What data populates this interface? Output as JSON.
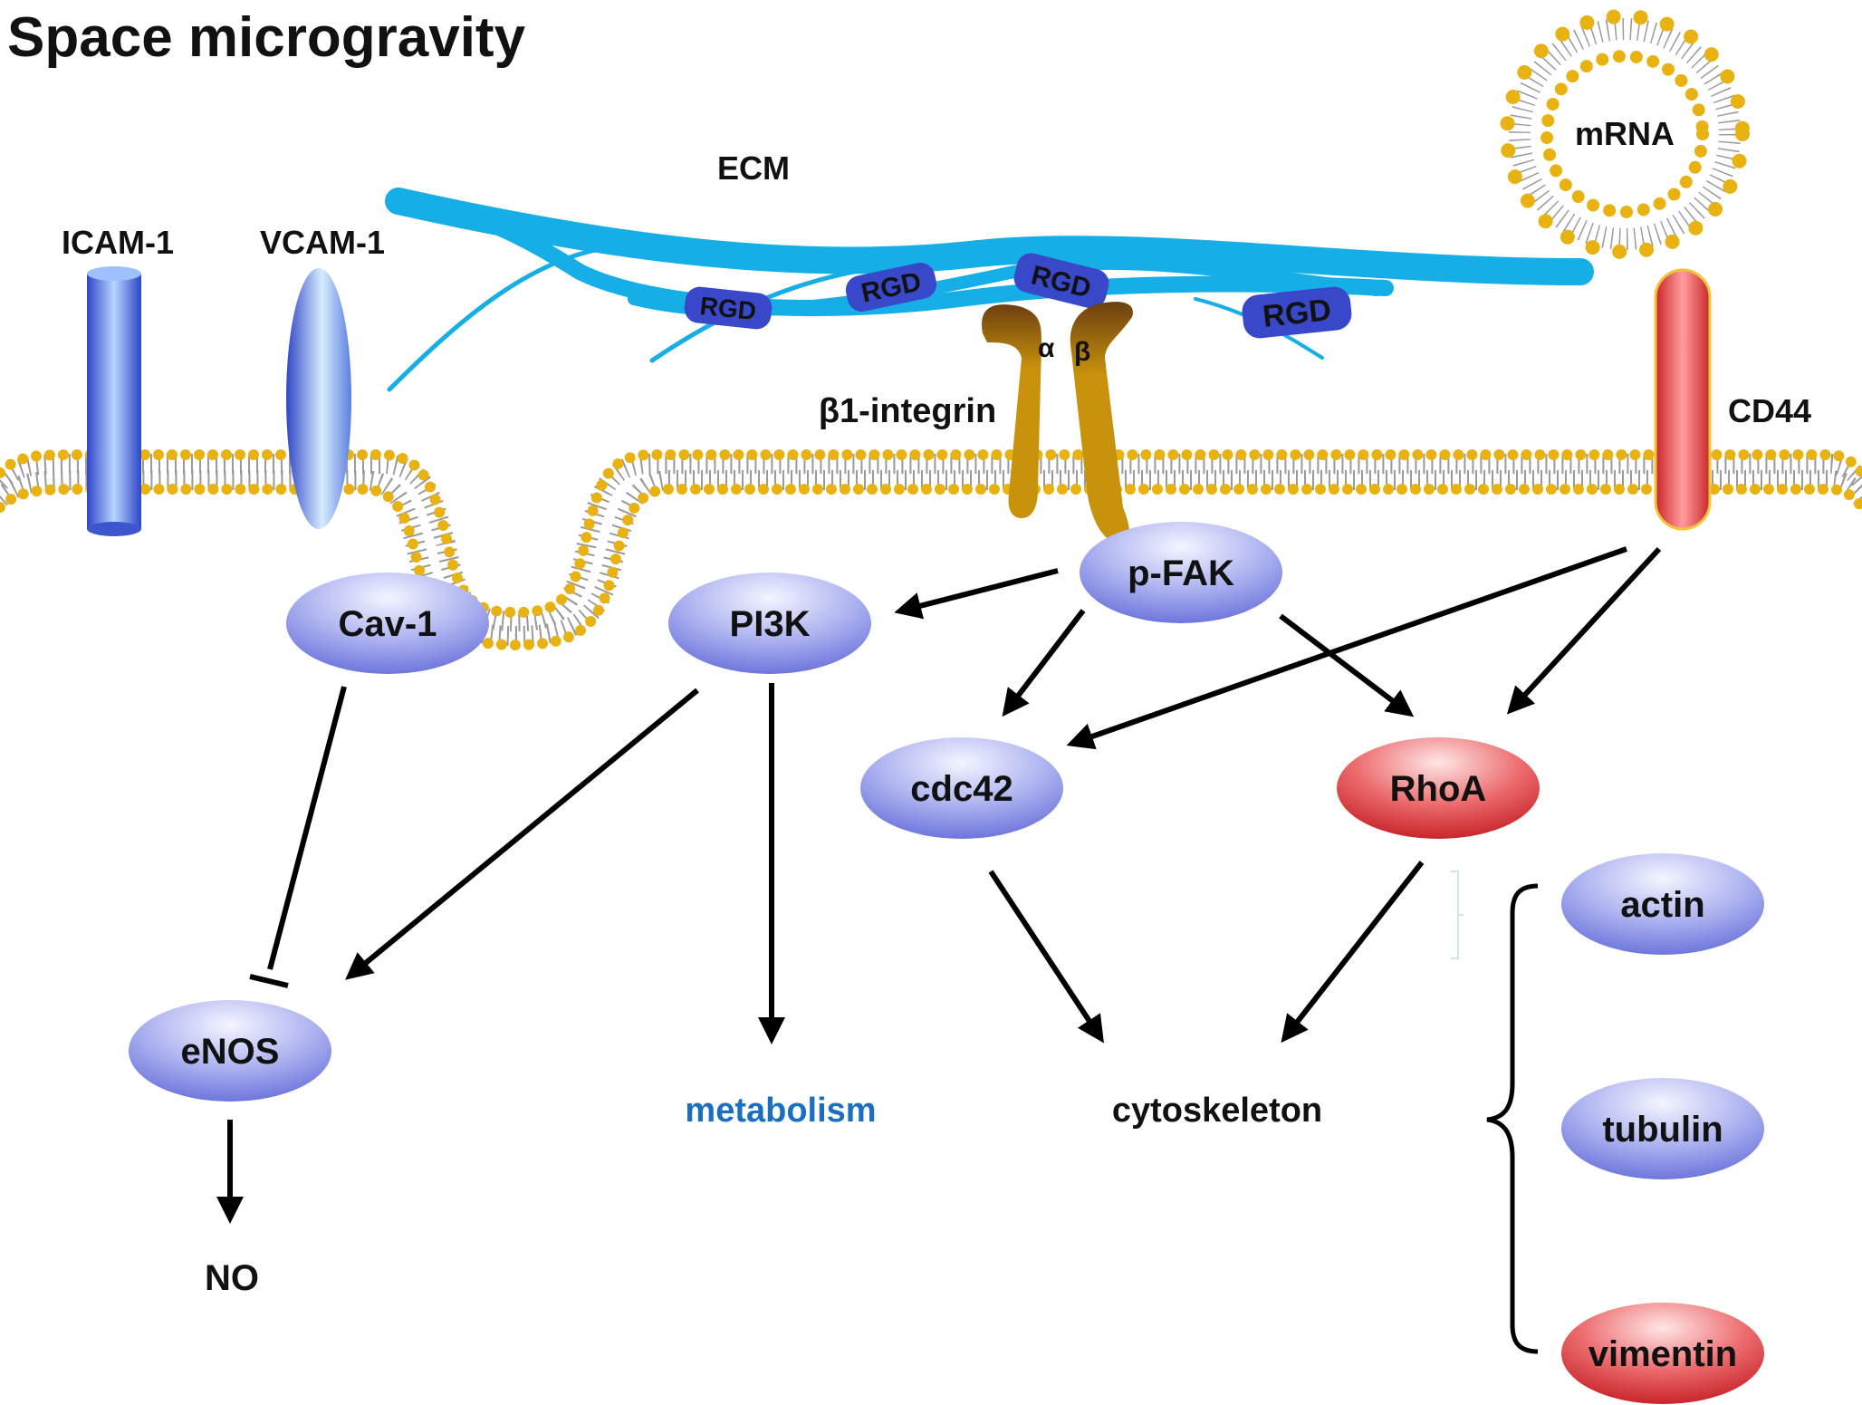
{
  "title": "Space microgravity",
  "labels": {
    "ecm": "ECM",
    "icam": "ICAM-1",
    "vcam": "VCAM-1",
    "integrin": "β1-integrin",
    "alpha": "α",
    "beta": "β",
    "cd44": "CD44",
    "mrna": "mRNA",
    "rgd": "RGD"
  },
  "nodes": {
    "cav1": "Cav-1",
    "pi3k": "PI3K",
    "pfak": "p-FAK",
    "cdc42": "cdc42",
    "rhoa": "RhoA",
    "enos": "eNOS",
    "actin": "actin",
    "tubulin": "tubulin",
    "vimentin": "vimentin"
  },
  "outputs": {
    "no": "NO",
    "metabolism": "metabolism",
    "cytoskeleton": "cytoskeleton"
  },
  "colors": {
    "node_blue": "#8f96e6",
    "node_red": "#e0464a",
    "ecm_fiber": "#16aee6",
    "membrane_head": "#e8b213",
    "integrin": "#c8920c",
    "metabolism_text": "#1a6fc0"
  }
}
